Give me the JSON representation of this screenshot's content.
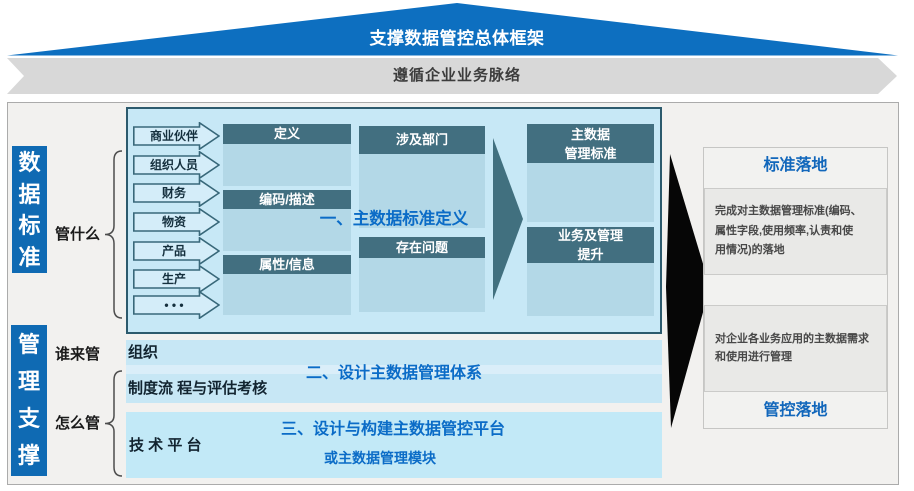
{
  "banner": {
    "title": "支撑数据管控总体框架"
  },
  "ribbon": {
    "title": "遵循企业业务脉络"
  },
  "left_axis": {
    "standards_label": "数据标准",
    "support_label": "管理支撑",
    "q_what": "管什么",
    "q_who": "谁来管",
    "q_how": "怎么管"
  },
  "definition_panel": {
    "title": "一、主数据标准定义",
    "entities": [
      "商业伙伴",
      "组织人员",
      "财务",
      "物资",
      "产品",
      "生产",
      "• • •"
    ],
    "aspects": [
      {
        "header": "定义"
      },
      {
        "header": "编码/描述"
      },
      {
        "header": "属性/信息"
      }
    ],
    "middle_boxes": [
      {
        "header": "涉及部门"
      },
      {
        "header": "存在问题"
      }
    ],
    "outputs": [
      {
        "line1": "主数据",
        "line2": "管理标准"
      },
      {
        "line1": "业务及管理",
        "line2": "提升"
      }
    ]
  },
  "system_design": {
    "title": "二、设计主数据管理体系",
    "row1": "组织",
    "row2": "制度流 程与评估考核"
  },
  "platform_band": {
    "label": "技 术 平 台",
    "title_line1": "三、设计与构建主数据管控平台",
    "title_line2": "或主数据管理模块"
  },
  "landing_panel": {
    "top_title": "标准落地",
    "top_text": "完成对主数据管理标准(编码、\n属性字段,使用频率,认责和使\n用情况)的落地",
    "bottom_text": "对企业各业务应用的主数据需求\n和使用进行管理",
    "bottom_title": "管控落地"
  },
  "colors": {
    "banner_blue": "#0d6fc0",
    "side_label_blue": "#0f6ab3",
    "ribbon_gray": "#d8d8d8",
    "panel_fill": "#c7e8f6",
    "panel_border": "#2c5a6d",
    "header_teal": "#426f80",
    "body_fill": "#b3d8e7",
    "title_blue": "#0b6cc7",
    "landing_title_blue": "#1267bb",
    "black_arrow": "#060606"
  }
}
